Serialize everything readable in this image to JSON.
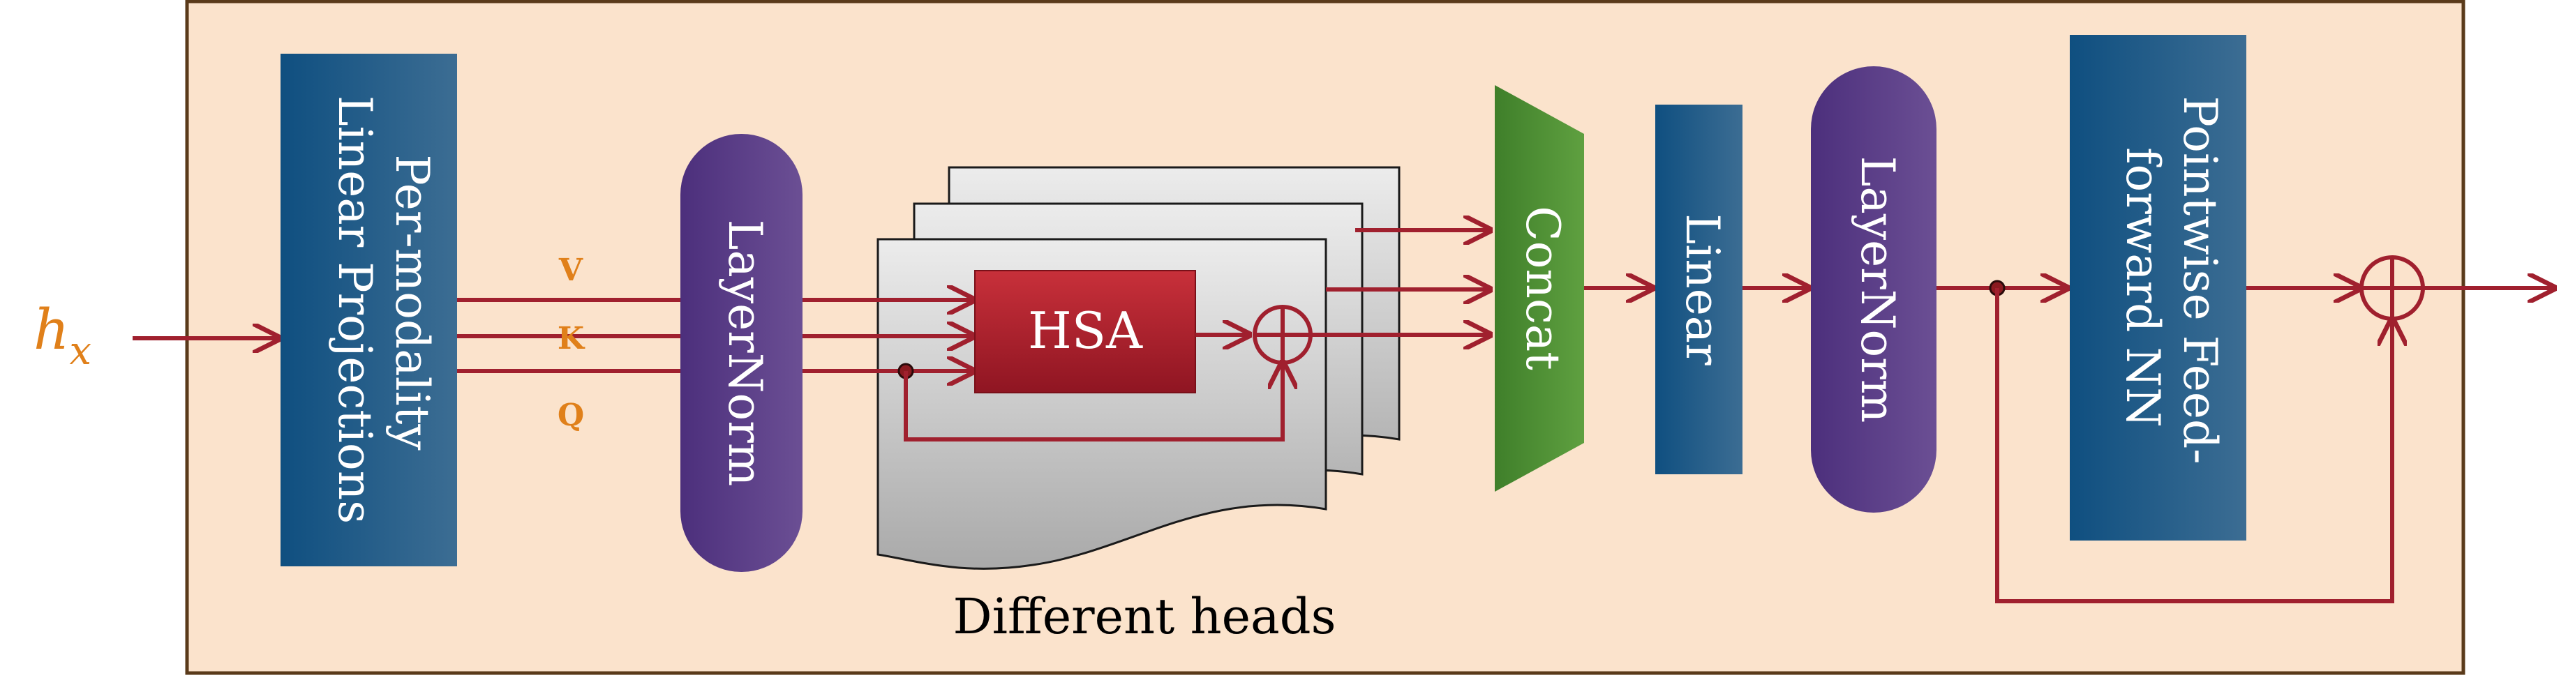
{
  "input_label": {
    "base": "h",
    "sub": "x"
  },
  "projection_block": {
    "line1": "Per-modality",
    "line2": "Linear Projections"
  },
  "qkv": {
    "v": "V",
    "k": "K",
    "q": "Q"
  },
  "layernorm1": {
    "label": "LayerNorm"
  },
  "hsa": {
    "label": "HSA"
  },
  "heads_caption": "Different heads",
  "concat": {
    "label": "Concat"
  },
  "linear": {
    "label": "Linear"
  },
  "layernorm2": {
    "label": "LayerNorm"
  },
  "ffn": {
    "line1": "Pointwise Feed-",
    "line2": "forward NN"
  },
  "colors": {
    "background_panel": "#fbe3cc",
    "panel_border": "#5a3a1a",
    "arrow": "#a0202e",
    "blue_block": "#1e5a8a",
    "purple_block": "#5a3a86",
    "hsa_red": "#b3202e",
    "concat_green": "#4a8a2e",
    "head_gray": "#c8c8c8",
    "input_orange": "#e0801a"
  }
}
